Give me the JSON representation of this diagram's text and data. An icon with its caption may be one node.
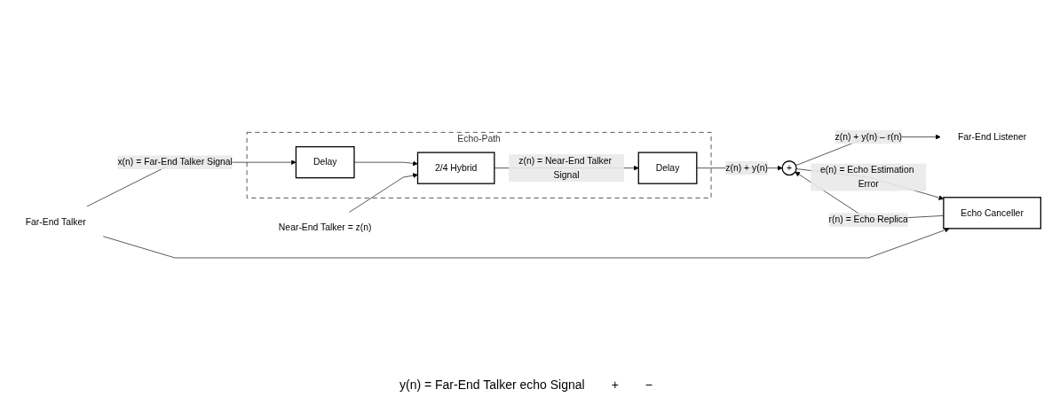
{
  "diagram": {
    "nodes": [
      {
        "text": [
          "Echo-Path"
        ]
      },
      {
        "text": [
          "Delay"
        ],
        "in": 0
      },
      {
        "text": [
          "Far-End Talker"
        ]
      },
      {
        "text": [
          "Near-End Talker = z(n)"
        ]
      },
      {
        "text": [
          "2/4 Hybrid"
        ],
        "in": 0
      },
      {
        "text": [
          "Echo Canceller"
        ]
      },
      {
        "text": [
          "Delay"
        ],
        "in": 0
      },
      {
        "text": [
          "+"
        ]
      },
      {
        "text": [
          "Far-End Listener"
        ]
      }
    ],
    "edges": [
      {
        "from": 2,
        "to": 1,
        "arrow": "to",
        "label": "x(n) = Far-End Talker Signal"
      },
      {
        "from": 2,
        "to": 5,
        "arrow": "to"
      },
      {
        "from": 1,
        "to": 4,
        "arrow": "to"
      },
      {
        "from": 3,
        "to": 4,
        "arrow": "to"
      },
      {
        "from": 4,
        "to": 6,
        "arrow": "to",
        "label": "z(n) = Near-End Talker Signal"
      },
      {
        "from": 6,
        "to": 7,
        "arrow": "to",
        "label": "z(n) + y(n)"
      },
      {
        "from": 5,
        "to": 7,
        "arrow": "to",
        "label": "r(n) = Echo Replica"
      },
      {
        "from": 7,
        "to": 8,
        "arrow": "to",
        "label": "z(n) + y(n) – r(n)"
      },
      {
        "from": 7,
        "to": 5,
        "arrow": "to",
        "label": "e(n) = Echo Estimation Error"
      }
    ],
    "labels": [
      "y(n) = Far-End Talker echo Signal",
      "+",
      "−"
    ]
  }
}
